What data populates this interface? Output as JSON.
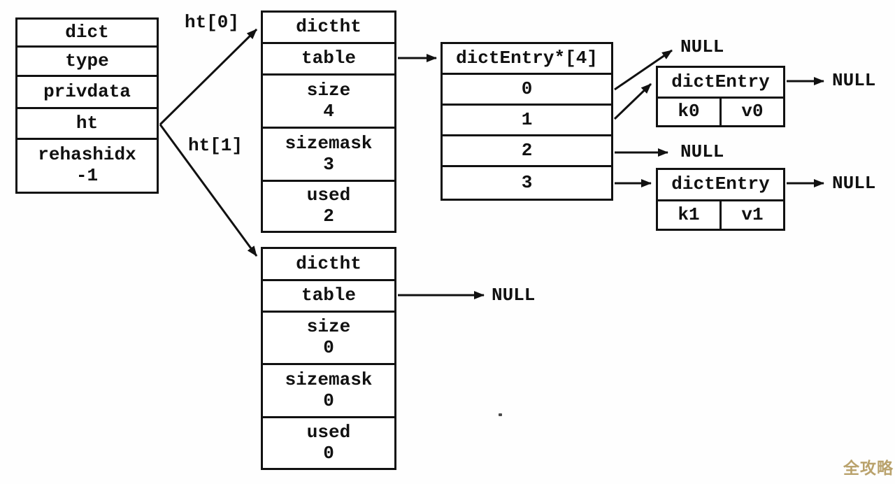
{
  "dict_box": {
    "rows": [
      {
        "label": "dict"
      },
      {
        "label": "type"
      },
      {
        "label": "privdata"
      },
      {
        "label": "ht"
      },
      {
        "label": "rehashidx",
        "value": "-1"
      }
    ]
  },
  "pointer_labels": {
    "ht0": "ht[0]",
    "ht1": "ht[1]"
  },
  "dictht0": {
    "title": "dictht",
    "rows": [
      {
        "label": "table"
      },
      {
        "label": "size",
        "value": "4"
      },
      {
        "label": "sizemask",
        "value": "3"
      },
      {
        "label": "used",
        "value": "2"
      }
    ]
  },
  "dictht1": {
    "title": "dictht",
    "rows": [
      {
        "label": "table"
      },
      {
        "label": "size",
        "value": "0"
      },
      {
        "label": "sizemask",
        "value": "0"
      },
      {
        "label": "used",
        "value": "0"
      }
    ]
  },
  "bucket_array": {
    "title": "dictEntry*[4]",
    "slots": [
      "0",
      "1",
      "2",
      "3"
    ]
  },
  "entry0": {
    "title": "dictEntry",
    "key": "k0",
    "value": "v0"
  },
  "entry1": {
    "title": "dictEntry",
    "key": "k1",
    "value": "v1"
  },
  "labels": {
    "null": "NULL"
  },
  "watermark": {
    "text": "全攻略",
    "color": "#b9a26c"
  },
  "line_color": "#111111"
}
